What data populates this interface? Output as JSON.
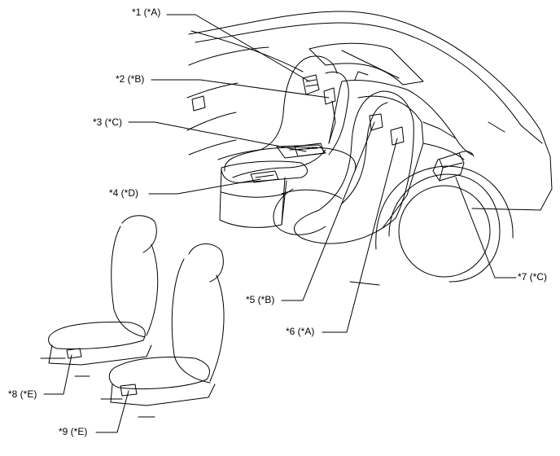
{
  "callouts": {
    "c1": "*1 (*A)",
    "c2": "*2 (*B)",
    "c3": "*3 (*C)",
    "c4": "*4 (*D)",
    "c5": "*5 (*B)",
    "c6": "*6 (*A)",
    "c7": "*7 (*C)",
    "c8": "*8 (*E)",
    "c9": "*9 (*E)"
  },
  "colors": {
    "line": "#000000",
    "background": "#ffffff"
  }
}
